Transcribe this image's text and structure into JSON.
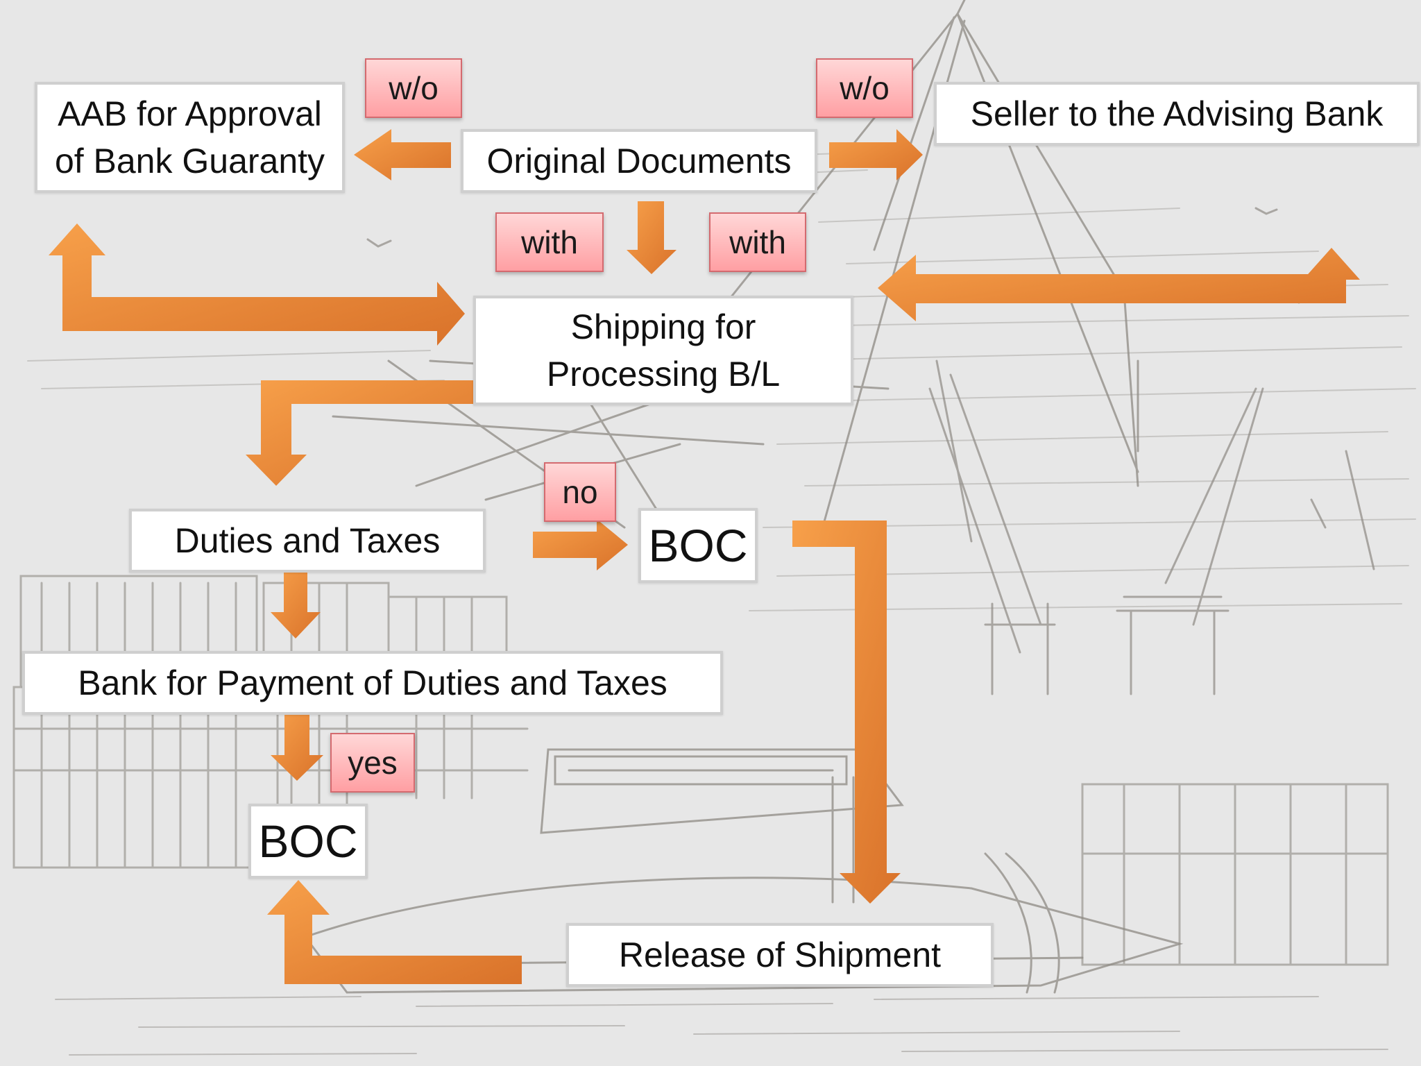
{
  "colors": {
    "background": "#e7e7e7",
    "sketch": "#8e8a84",
    "arrow_light": "#f7a04a",
    "arrow_dark": "#d9722a",
    "tag_top": "#ffd7d7",
    "tag_bottom": "#ff9fa3",
    "box_border": "#cfcfcf"
  },
  "background_image": "sketch-of-harbor-cranes-and-ship",
  "nodes": {
    "aab": {
      "line1": "AAB for Approval",
      "line2": "of Bank Guaranty"
    },
    "original_documents": {
      "label": "Original Documents"
    },
    "seller": {
      "label": "Seller to the Advising Bank"
    },
    "shipping": {
      "line1": "Shipping for",
      "line2": "Processing B/L"
    },
    "duties": {
      "label": "Duties and Taxes"
    },
    "boc_upper": {
      "label": "BOC"
    },
    "bank_payment": {
      "label": "Bank for Payment of Duties and Taxes"
    },
    "boc_lower": {
      "label": "BOC"
    },
    "release": {
      "label": "Release of Shipment"
    }
  },
  "tags": {
    "wo_left": "w/o",
    "wo_right": "w/o",
    "with_left": "with",
    "with_right": "with",
    "no": "no",
    "yes": "yes"
  },
  "edges": [
    {
      "from": "Original Documents",
      "to": "AAB for Approval of Bank Guaranty",
      "label": "w/o"
    },
    {
      "from": "Original Documents",
      "to": "Seller to the Advising Bank",
      "label": "w/o"
    },
    {
      "from": "Original Documents",
      "to": "Shipping for Processing B/L",
      "label": "with"
    },
    {
      "from": "AAB for Approval of Bank Guaranty",
      "to": "Shipping for Processing B/L"
    },
    {
      "from": "Seller to the Advising Bank",
      "to": "Shipping for Processing B/L"
    },
    {
      "from": "Shipping for Processing B/L",
      "to": "Duties and Taxes"
    },
    {
      "from": "Duties and Taxes",
      "to": "BOC",
      "label": "no"
    },
    {
      "from": "Duties and Taxes",
      "to": "Bank for Payment of Duties and Taxes"
    },
    {
      "from": "Bank for Payment of Duties and Taxes",
      "to": "BOC",
      "label": "yes"
    },
    {
      "from": "BOC",
      "to": "Release of Shipment"
    },
    {
      "from": "Release of Shipment",
      "to": "BOC"
    }
  ]
}
